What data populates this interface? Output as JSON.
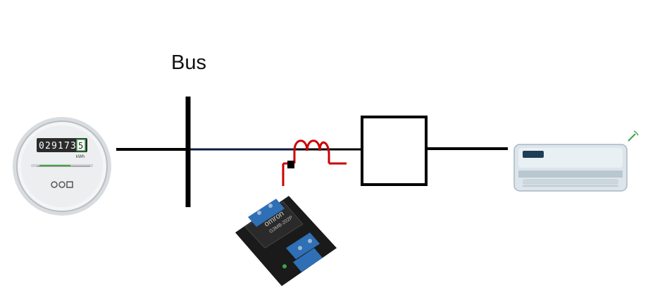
{
  "diagram": {
    "bus_label": "Bus",
    "meter": {
      "icon": "energy-meter-icon",
      "reading": [
        "0",
        "2",
        "9",
        "1",
        "7",
        "3",
        "5"
      ],
      "unit": "kWh"
    },
    "relay": {
      "icon": "solid-state-relay-module-icon",
      "brand": "omron",
      "model": "G3MB-202P"
    },
    "load": {
      "icon": "air-conditioner-icon"
    },
    "colors": {
      "line": "#000000",
      "bus_segment": "#0d1b3d",
      "relay_wire": "#cc0000",
      "relay_body": "#1a1a1a",
      "terminal": "#2f6fb5"
    }
  }
}
